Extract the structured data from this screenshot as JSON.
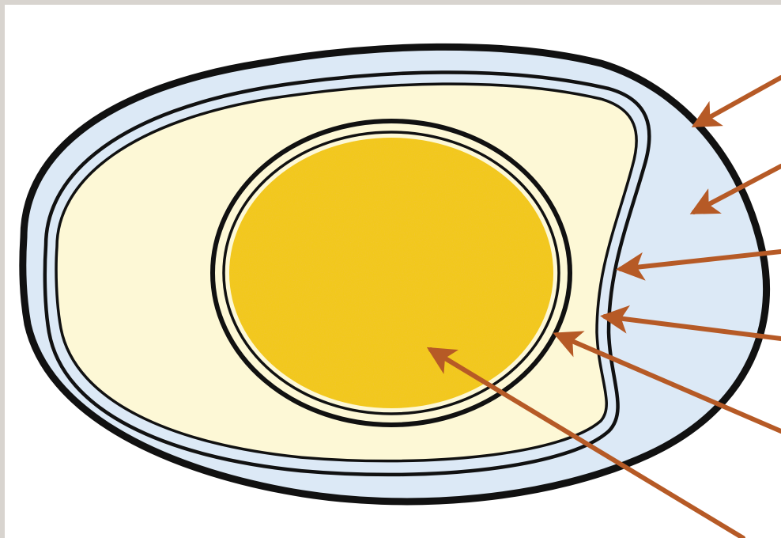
{
  "diagram": {
    "subject": "egg-cross-section",
    "colors": {
      "background": "#d8d4cf",
      "panel": "#ffffff",
      "shell_outline": "#111111",
      "air_cell": "#dce9f6",
      "albumen": "#fdf8d6",
      "yolk": "#f2c81c",
      "yolk_speckle": "#e0a318",
      "arrow": "#b65a26"
    },
    "pointers": [
      {
        "target": "shell"
      },
      {
        "target": "air-cell"
      },
      {
        "target": "shell-membrane"
      },
      {
        "target": "albumen"
      },
      {
        "target": "vitelline-membrane"
      },
      {
        "target": "yolk"
      }
    ]
  }
}
